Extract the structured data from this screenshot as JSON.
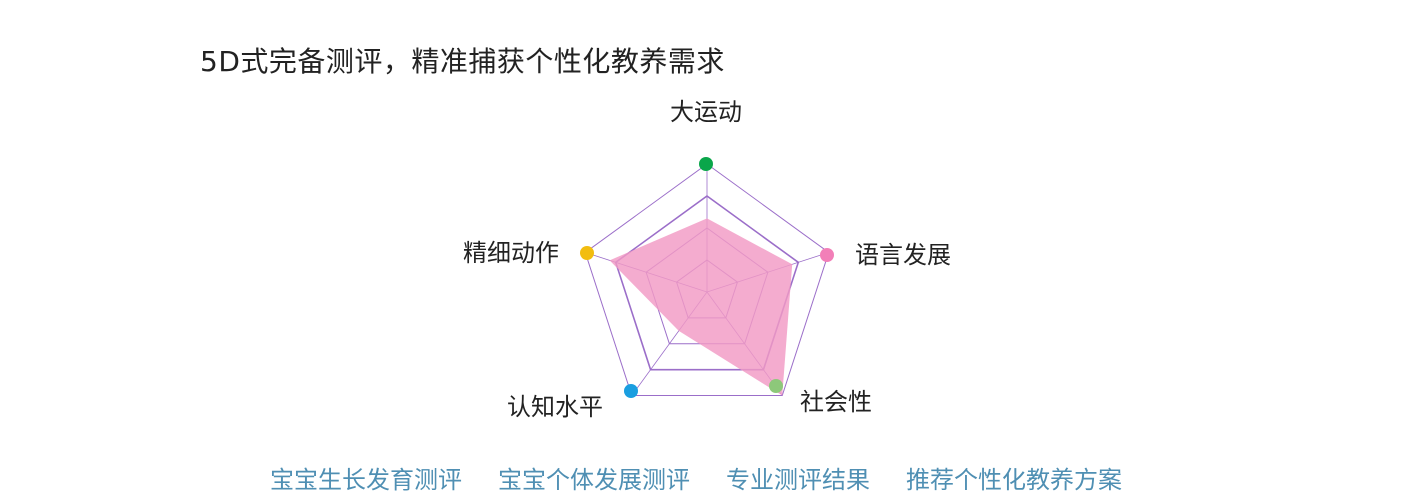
{
  "headline": "5D式完备测评，精准捕获个性化教养需求",
  "chart_data": {
    "type": "radar",
    "axes": [
      "大运动",
      "语言发展",
      "社会性",
      "认知水平",
      "精细动作"
    ],
    "range": [
      0,
      4
    ],
    "rings": 4,
    "series": [
      {
        "values": [
          2.3,
          2.8,
          4.0,
          1.5,
          3.2
        ]
      }
    ],
    "colors": {
      "grid": "#9b6ec9",
      "area": "#f29ac4",
      "axis_dots": [
        "#0aa64a",
        "#f27fb8",
        "#8dc87a",
        "#1a9ee0",
        "#f2bd10"
      ]
    }
  },
  "footer": {
    "links": [
      "宝宝生长发育测评",
      "宝宝个体发展测评",
      "专业测评结果",
      "推荐个性化教养方案"
    ]
  }
}
